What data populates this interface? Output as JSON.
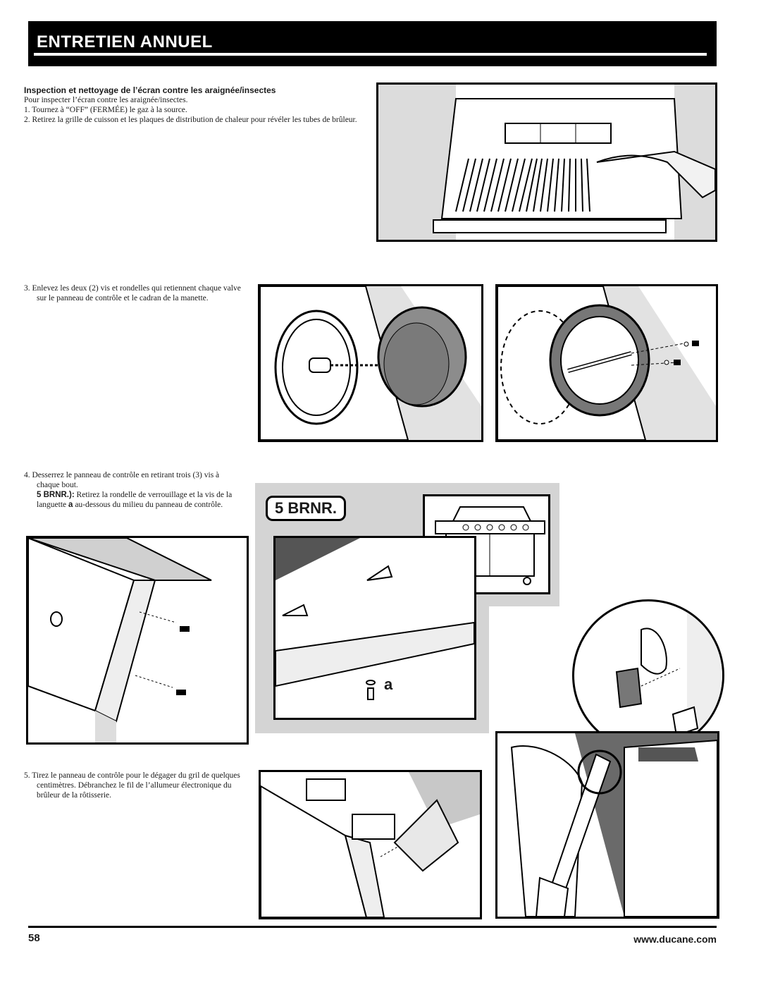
{
  "header": {
    "title": "ENTRETIEN ANNUEL"
  },
  "section1": {
    "heading": "Inspection et nettoyage de l’écran contre les araignée/insectes",
    "intro": "Pour inspecter l’écran contre les araignée/insectes.",
    "step1": "1.  Tournez à “OFF” (FERMÉE) le gaz à la source.",
    "step2": "2.  Retirez la grille de cuisson et les plaques de distribution de chaleur pour révéler les tubes de brûleur."
  },
  "step3": "3.  Enlevez les deux (2) vis et rondelles qui retiennent chaque valve sur le panneau de contrôle et le cadran de la manette.",
  "step4": {
    "text": "4.  Desserrez le panneau de contrôle en retirant trois (3) vis à chaque bout.",
    "note_label": "5 BRNR.):",
    "note_text": " Retirez la rondelle de verrouillage et la vis de la languette ",
    "note_tab": "a",
    "note_text2": " au-dessous du milieu du panneau de contrôle."
  },
  "brnr_label": "5 BRNR.",
  "callout_a": "a",
  "step5": "5.  Tirez le panneau de contrôle pour le dégager du gril de quelques centimètres. Débranchez le fil de l’allumeur électronique du brûleur de la rôtisserie.",
  "footer": {
    "page_number": "58",
    "url": "www.ducane.com"
  }
}
